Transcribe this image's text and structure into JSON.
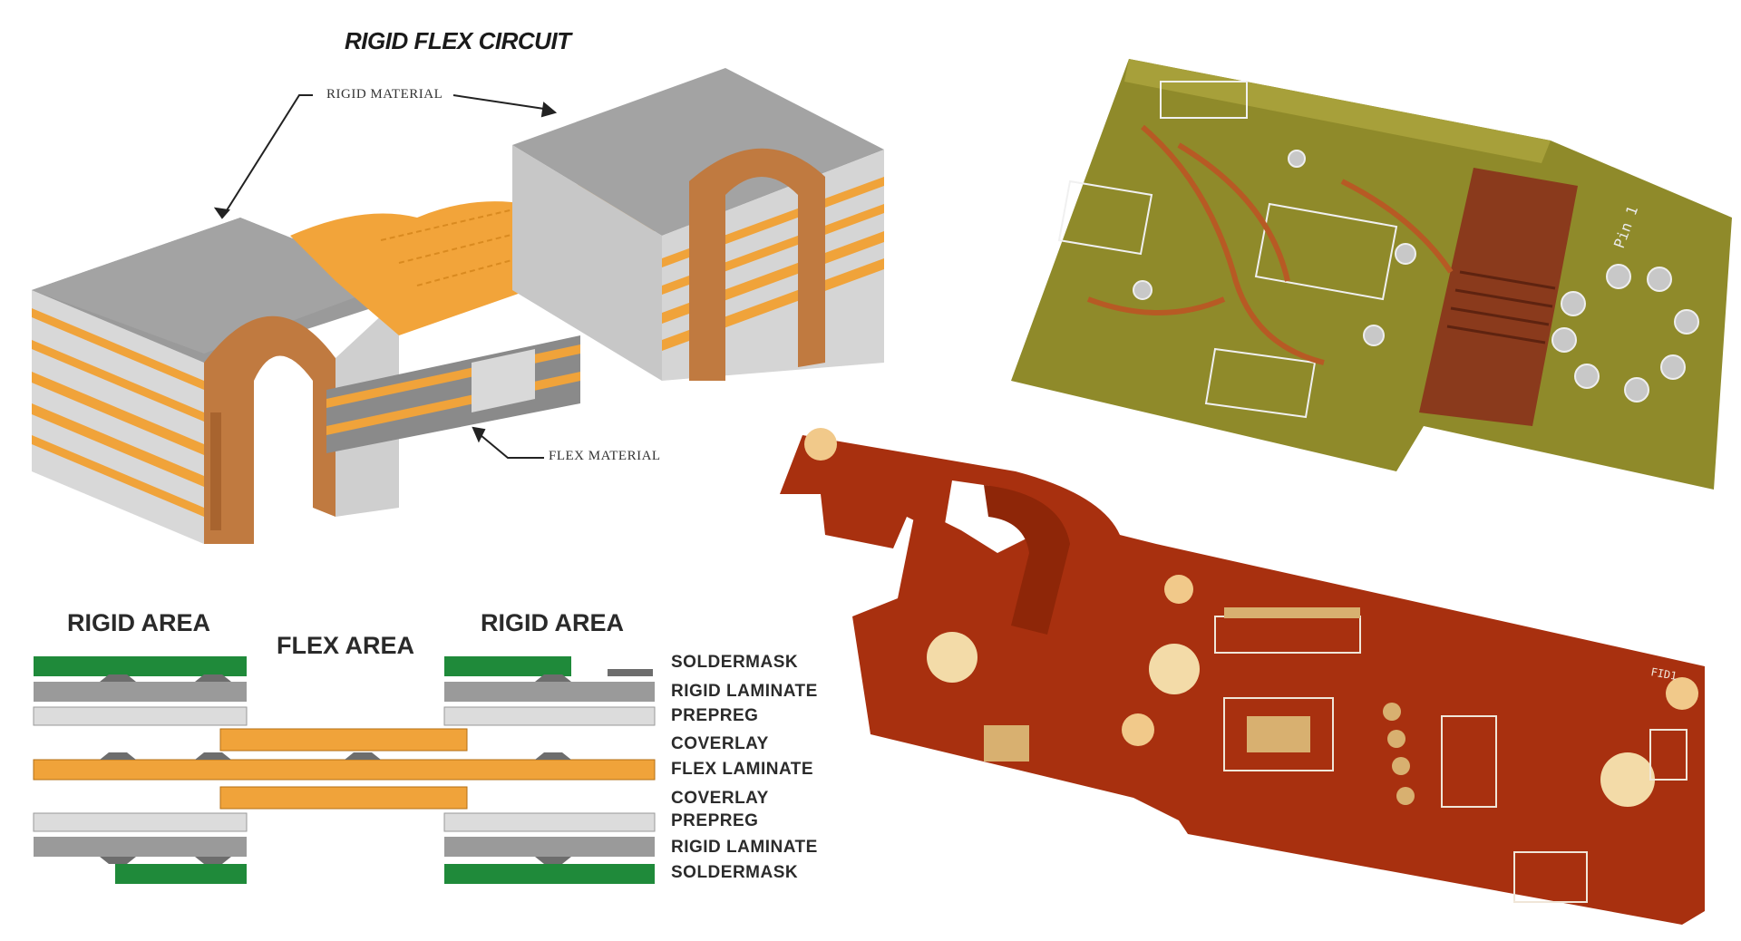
{
  "diagram": {
    "title": "RIGID FLEX CIRCUIT",
    "callouts": {
      "rigid_material": "RIGID MATERIAL",
      "flex_material": "FLEX MATERIAL"
    }
  },
  "stackup": {
    "area_labels": {
      "rigid_left": "RIGID AREA",
      "flex": "FLEX AREA",
      "rigid_right": "RIGID AREA"
    },
    "layers": [
      "SOLDERMASK",
      "RIGID LAMINATE",
      "PREPREG",
      "COVERLAY",
      "FLEX LAMINATE",
      "COVERLAY",
      "PREPREG",
      "RIGID LAMINATE",
      "SOLDERMASK"
    ]
  },
  "photos": {
    "top_board": {
      "silkscreen": "Pin 1"
    },
    "bottom_board": {
      "silkscreen": "FID1"
    }
  },
  "colors": {
    "soldermask": "#1f8a3a",
    "laminate": "#9a9a9a",
    "prepreg": "#d9d9d9",
    "flex": "#f0a33a",
    "copper": "#c07a40",
    "green_board": "#8f8a2a",
    "red_board": "#a8300f"
  }
}
